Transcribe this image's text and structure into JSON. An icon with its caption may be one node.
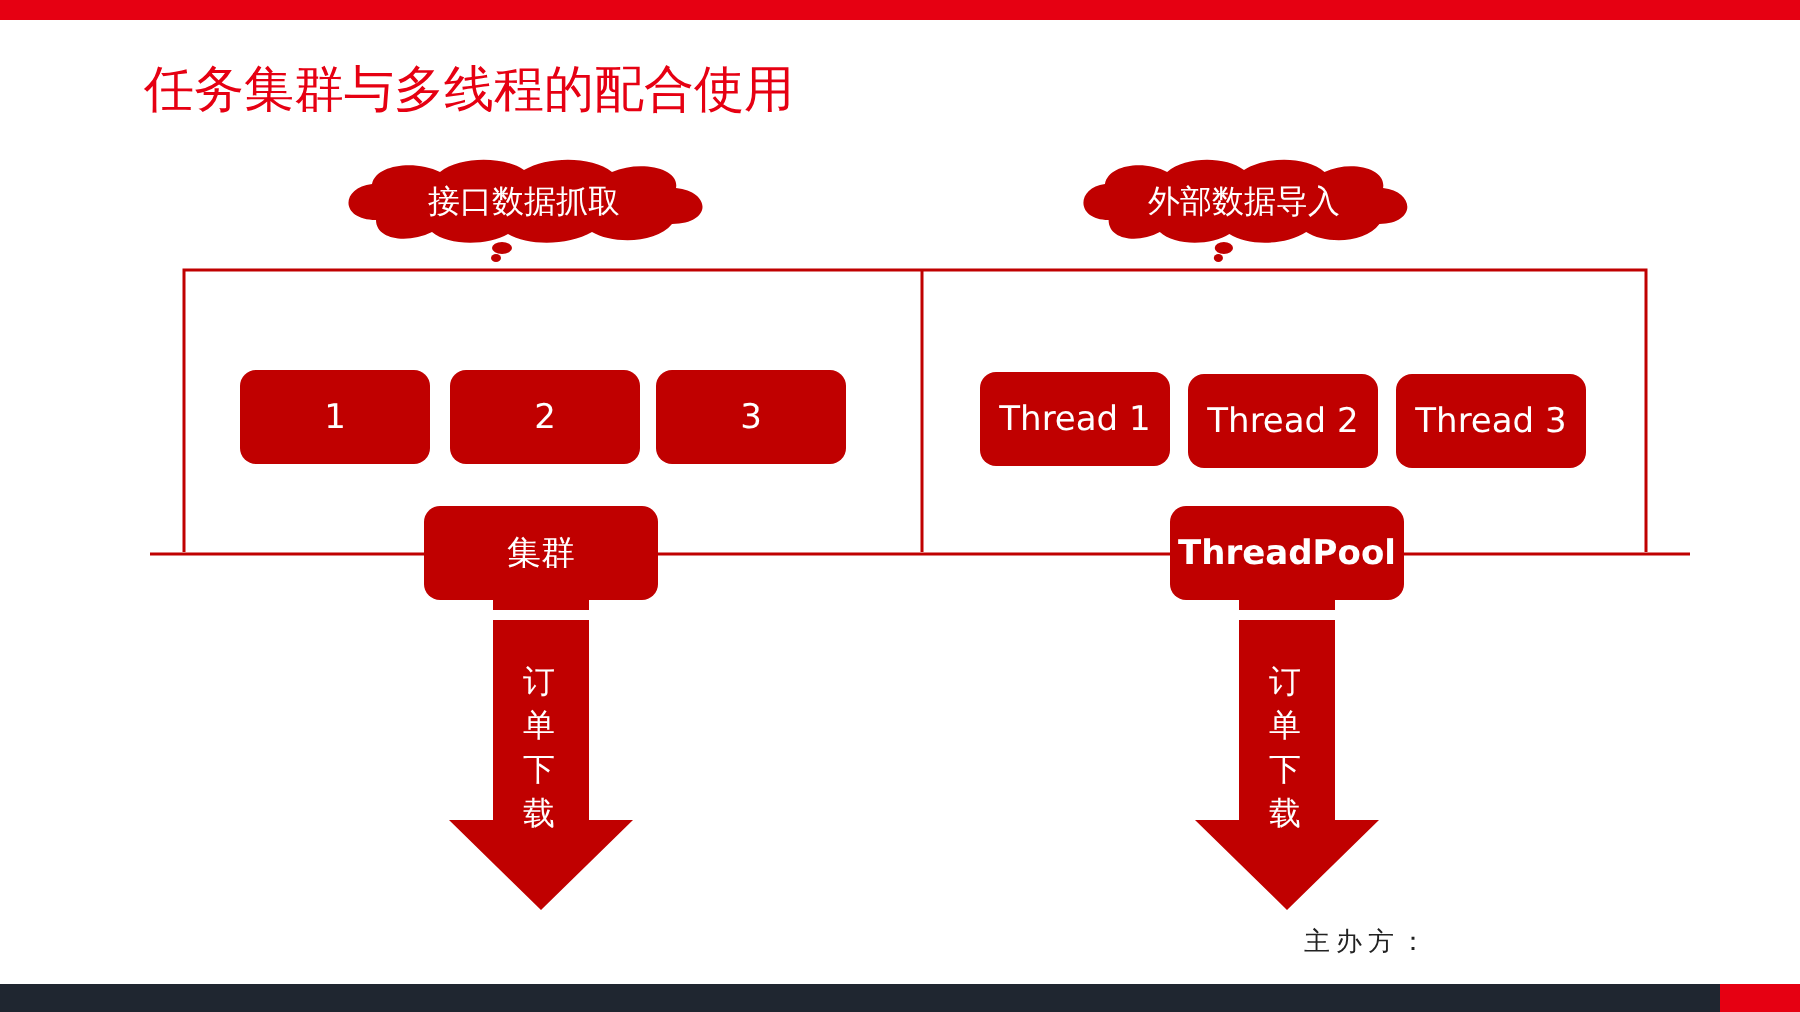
{
  "diagram": {
    "title": "任务集群与多线程的配合使用",
    "nodes": [
      {
        "text": [
          "接口数据抓取"
        ]
      },
      {
        "text": [
          "外部数据导入"
        ]
      },
      {
        "text": [
          "1"
        ]
      },
      {
        "text": [
          "2"
        ]
      },
      {
        "text": [
          "3"
        ]
      },
      {
        "text": [
          "Thread 1"
        ]
      },
      {
        "text": [
          "Thread 2"
        ]
      },
      {
        "text": [
          "Thread 3"
        ]
      },
      {
        "text": [
          "集群"
        ]
      },
      {
        "text": [
          "ThreadPool"
        ]
      }
    ],
    "edges": [
      {
        "from": 8,
        "to": null,
        "arrow": "to",
        "label": "订单下载"
      },
      {
        "from": 9,
        "to": null,
        "arrow": "to",
        "label": "订单下载"
      }
    ],
    "labels": [
      "主办方："
    ]
  }
}
